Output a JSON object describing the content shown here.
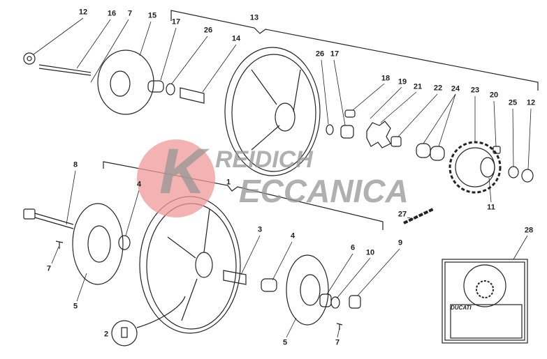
{
  "diagram": {
    "title": "Wheels exploded parts diagram",
    "labels": [
      "12",
      "16",
      "7",
      "15",
      "17",
      "26",
      "14",
      "13",
      "26",
      "17",
      "18",
      "19",
      "21",
      "22",
      "24",
      "23",
      "20",
      "25",
      "12",
      "11",
      "27",
      "28",
      "8",
      "4",
      "1",
      "3",
      "4",
      "6",
      "10",
      "9",
      "7",
      "5",
      "2",
      "5",
      "7"
    ],
    "watermark": {
      "letter": "K",
      "line1": "REIDICH",
      "line2": "ECCANICA",
      "circle_color": "#f09a9a",
      "text_color": "#969696"
    },
    "tool_plate_brand": "DUCATI"
  }
}
